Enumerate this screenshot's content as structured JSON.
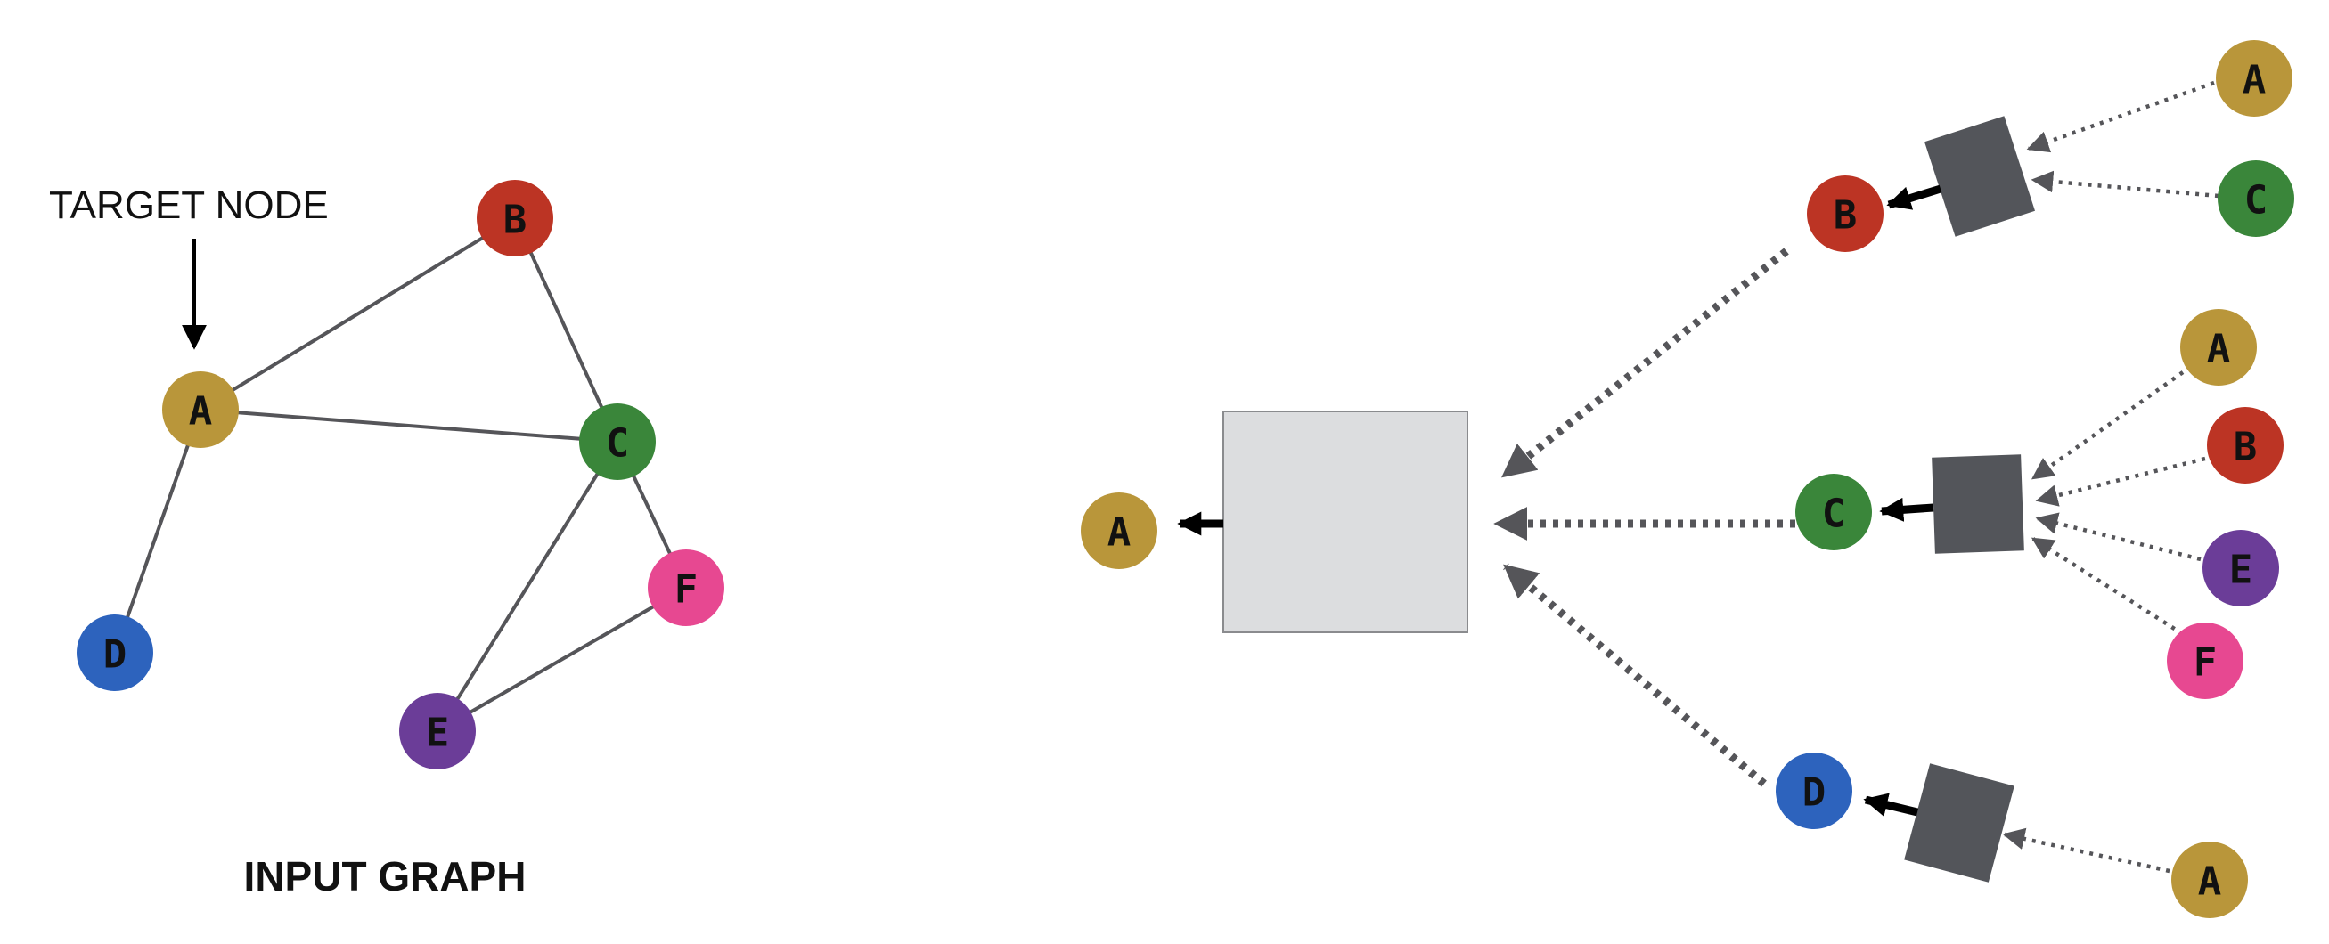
{
  "annotation": {
    "target_label": "TARGET NODE"
  },
  "caption": "INPUT GRAPH",
  "node_labels": {
    "A": "A",
    "B": "B",
    "C": "C",
    "D": "D",
    "E": "E",
    "F": "F"
  },
  "colors": {
    "A": "#B9963A",
    "B": "#BC3424",
    "C": "#3A863A",
    "D": "#2D63BD",
    "E": "#6B3D98",
    "F": "#E74891",
    "edge": "#555559",
    "aggregator_small": "#53555A",
    "aggregator_big_fill": "#DCDDDF",
    "aggregator_big_stroke": "#8A8B8E",
    "arrow": "#000000"
  },
  "input_graph": {
    "edges": [
      [
        "A",
        "B"
      ],
      [
        "A",
        "C"
      ],
      [
        "B",
        "C"
      ],
      [
        "A",
        "D"
      ],
      [
        "C",
        "E"
      ],
      [
        "C",
        "F"
      ],
      [
        "E",
        "F"
      ]
    ]
  }
}
